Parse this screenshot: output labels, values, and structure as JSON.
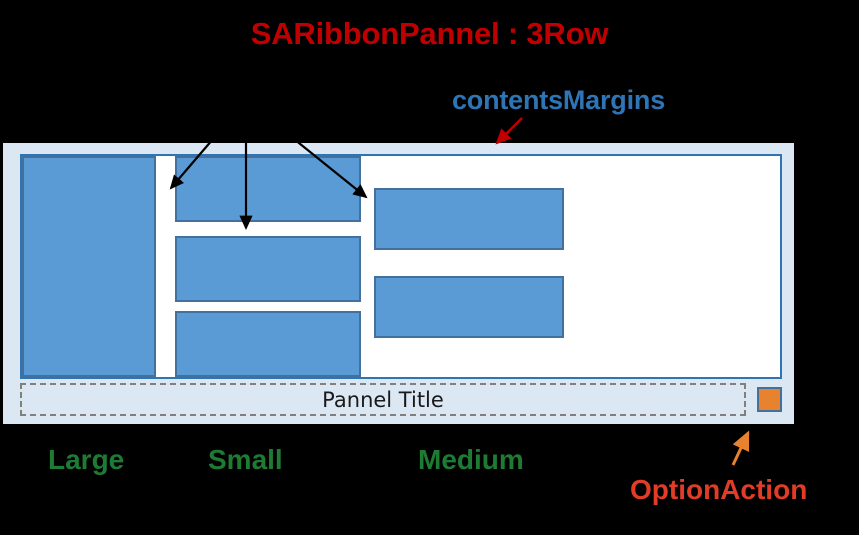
{
  "annotations": {
    "title": "SARibbonPannel : 3Row",
    "title_color": "#C00000",
    "contents_margins": "contentsMargins",
    "contents_margins_color": "#2E75B6",
    "option_action": "OptionAction",
    "option_action_color": "#E03C26",
    "size_labels": [
      {
        "text": "Large",
        "color": "#1E7B34"
      },
      {
        "text": "Small",
        "color": "#1E7B34"
      },
      {
        "text": "Medium",
        "color": "#1E7B34"
      }
    ]
  },
  "pannel": {
    "title": "Pannel Title",
    "background_color": "#DCE7F4",
    "contents_frame_border_color": "#2E75B6",
    "contents_frame_background": "#FFFFFF",
    "title_box_border_style": "dashed",
    "title_box_border_color": "#808080",
    "action_button_fill": "#5B9BD5",
    "action_button_border": "#41719C",
    "option_button_fill": "#E8822F",
    "option_button_border": "#41719C",
    "actions": [
      {
        "name": "large-action",
        "size": "Large",
        "row_span": 3
      },
      {
        "name": "small-action-1",
        "size": "Small",
        "row_span": 1
      },
      {
        "name": "small-action-2",
        "size": "Small",
        "row_span": 1
      },
      {
        "name": "small-action-3",
        "size": "Small",
        "row_span": 1
      },
      {
        "name": "medium-action-1",
        "size": "Medium",
        "row_span": 1
      },
      {
        "name": "medium-action-2",
        "size": "Medium",
        "row_span": 1
      }
    ]
  },
  "arrows": {
    "pointer_color": "#000000",
    "margins_pointer_color": "#C00000",
    "option_pointer_color": "#E8822F"
  }
}
